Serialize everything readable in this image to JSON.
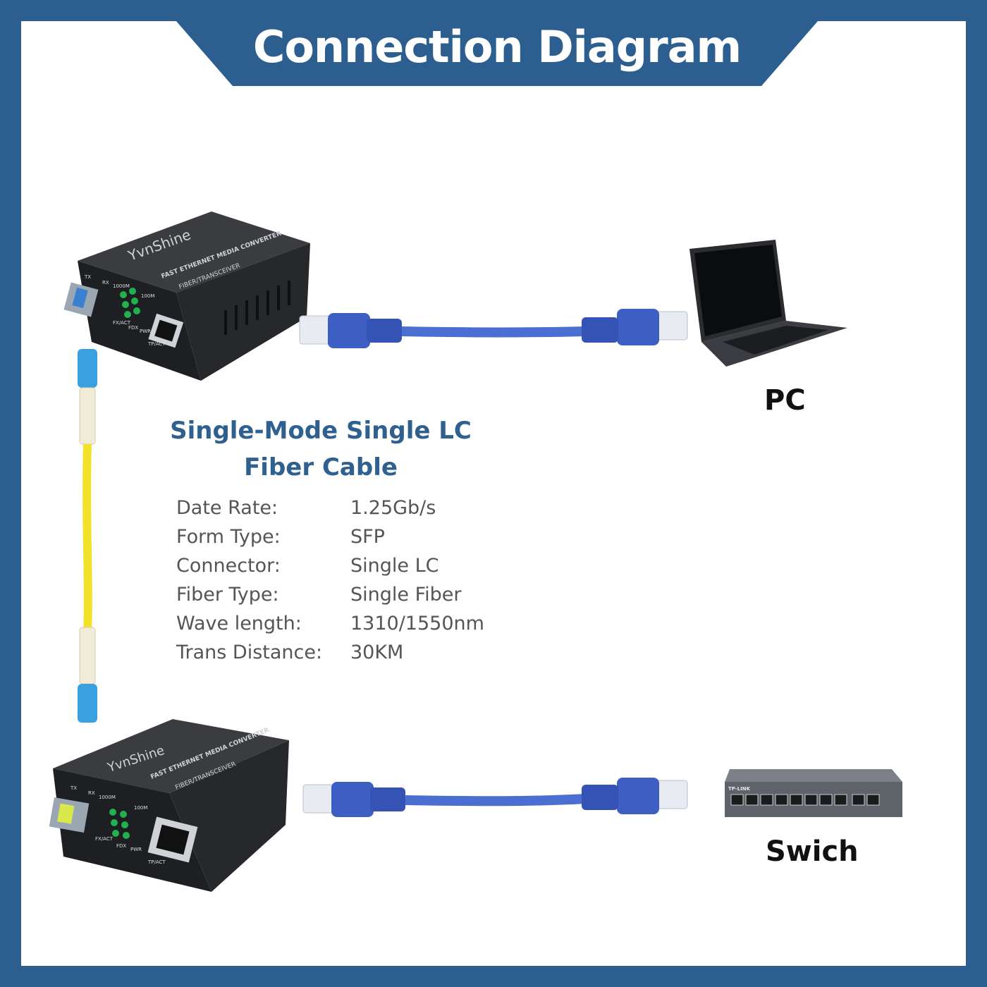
{
  "header": {
    "title": "Connection Diagram"
  },
  "converters": {
    "brand": "YvnShine",
    "model_line": "FAST ETHERNET MEDIA CONVERTER",
    "subtitle": "FIBER/TRANSCEIVER",
    "port_labels": {
      "tx": "TX",
      "rx": "RX",
      "speed_1000": "1000M",
      "speed_100": "100M",
      "fx_act": "FX/ACT",
      "fdx": "FDX",
      "pwr": "PWR",
      "tp_act": "TP/ACT"
    }
  },
  "devices": {
    "pc_label": "PC",
    "switch_label": "Swich",
    "switch_brand": "TP-LINK"
  },
  "fiber_cable": {
    "title_line1": "Single-Mode Single LC",
    "title_line2": "Fiber Cable"
  },
  "specs": [
    {
      "key": "Date Rate:",
      "value": "1.25Gb/s"
    },
    {
      "key": "Form Type:",
      "value": "SFP"
    },
    {
      "key": "Connector:",
      "value": "Single LC"
    },
    {
      "key": "Fiber Type:",
      "value": "Single Fiber"
    },
    {
      "key": "Wave length:",
      "value": "1310/1550nm"
    },
    {
      "key": "Trans Distance:",
      "value": "30KM"
    }
  ],
  "colors": {
    "frame_blue": "#2c5f8f",
    "heading_blue": "#2e6190",
    "ethernet_cable_blue": "#3d5fc4",
    "fiber_yellow": "#f2e32a",
    "lc_connector_blue": "#3aa0e0",
    "converter_body": "#222428"
  }
}
